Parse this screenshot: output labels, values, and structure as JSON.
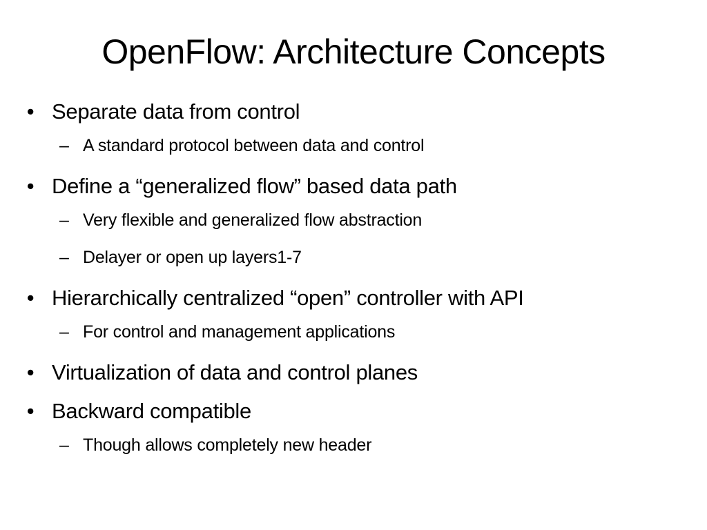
{
  "slide": {
    "title": "OpenFlow: Architecture Concepts",
    "bullet_glyph": "•",
    "dash_glyph": "–",
    "items": [
      {
        "level": 1,
        "text": "Separate data from control"
      },
      {
        "level": 2,
        "text": "A standard protocol between data and control"
      },
      {
        "level": 1,
        "text": "Define a “generalized flow” based data path"
      },
      {
        "level": 2,
        "text": "Very flexible and generalized flow abstraction"
      },
      {
        "level": 2,
        "text": "Delayer or open up layers1-7"
      },
      {
        "level": 1,
        "text": "Hierarchically centralized “open” controller with API"
      },
      {
        "level": 2,
        "text": "For control and management applications"
      },
      {
        "level": 1,
        "text": "Virtualization of data and control planes"
      },
      {
        "level": 1,
        "text": "Backward compatible"
      },
      {
        "level": 2,
        "text": "Though allows completely new header"
      }
    ]
  }
}
